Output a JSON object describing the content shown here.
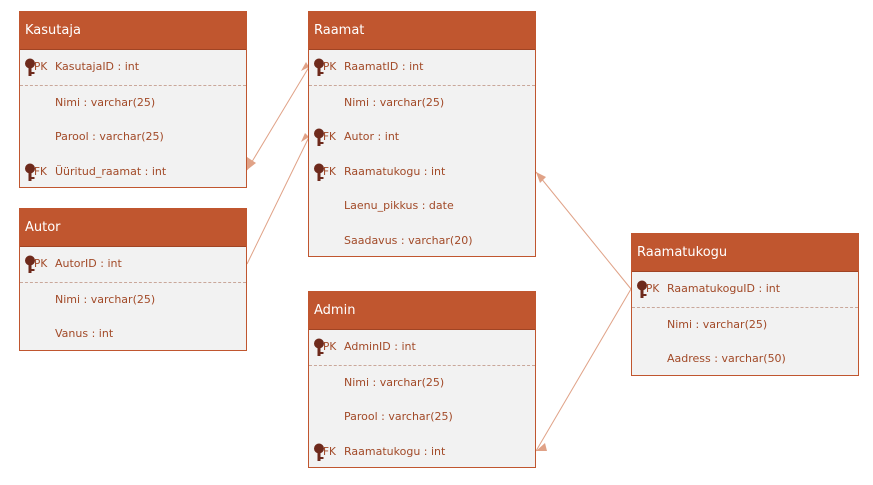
{
  "colors": {
    "header_fill": "#c0562f",
    "body_fill": "#f2f2f2",
    "field_text": "#a24a28",
    "line": "#e0a287",
    "key_icon": "#6e2a1c"
  },
  "entities": {
    "kasutaja": {
      "title": "Kasutaja",
      "fields": [
        {
          "key": "PK",
          "text": "KasutajaID : int"
        },
        {
          "key": "",
          "text": "Nimi : varchar(25)"
        },
        {
          "key": "",
          "text": "Parool : varchar(25)"
        },
        {
          "key": "FK",
          "text": "Üüritud_raamat : int"
        }
      ]
    },
    "autor": {
      "title": "Autor",
      "fields": [
        {
          "key": "PK",
          "text": "AutorID : int"
        },
        {
          "key": "",
          "text": "Nimi : varchar(25)"
        },
        {
          "key": "",
          "text": "Vanus : int"
        }
      ]
    },
    "raamat": {
      "title": "Raamat",
      "fields": [
        {
          "key": "PK",
          "text": "RaamatID : int"
        },
        {
          "key": "",
          "text": "Nimi : varchar(25)"
        },
        {
          "key": "FK",
          "text": "Autor : int"
        },
        {
          "key": "FK",
          "text": "Raamatukogu : int"
        },
        {
          "key": "",
          "text": "Laenu_pikkus : date"
        },
        {
          "key": "",
          "text": "Saadavus : varchar(20)"
        }
      ]
    },
    "admin": {
      "title": "Admin",
      "fields": [
        {
          "key": "PK",
          "text": "AdminID : int"
        },
        {
          "key": "",
          "text": "Nimi : varchar(25)"
        },
        {
          "key": "",
          "text": "Parool : varchar(25)"
        },
        {
          "key": "FK",
          "text": "Raamatukogu : int"
        }
      ]
    },
    "raamatukogu": {
      "title": "Raamatukogu",
      "fields": [
        {
          "key": "PK",
          "text": "RaamatukoguID : int"
        },
        {
          "key": "",
          "text": "Nimi : varchar(25)"
        },
        {
          "key": "",
          "text": "Aadress : varchar(50)"
        }
      ]
    }
  }
}
